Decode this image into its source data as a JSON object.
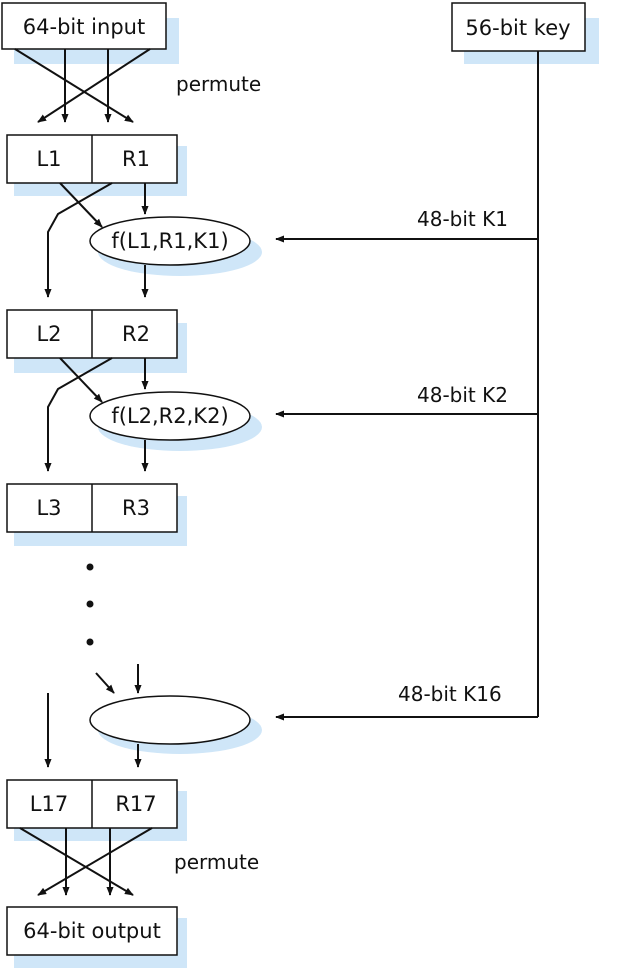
{
  "input_box": "64-bit input",
  "key_box": "56-bit key",
  "permute_top": "permute",
  "permute_bottom": "permute",
  "stages": [
    {
      "left": "L1",
      "right": "R1"
    },
    {
      "left": "L2",
      "right": "R2"
    },
    {
      "left": "L3",
      "right": "R3"
    },
    {
      "left": "L17",
      "right": "R17"
    }
  ],
  "functions": [
    {
      "label": "f(L1,R1,K1)",
      "key": "48-bit K1"
    },
    {
      "label": "f(L2,R2,K2)",
      "key": "48-bit K2"
    },
    {
      "label": "",
      "key": "48-bit K16"
    }
  ],
  "output_box": "64-bit output",
  "colors": {
    "shadow": "#cfe6f8",
    "stroke": "#111111",
    "box_fill": "#ffffff"
  }
}
